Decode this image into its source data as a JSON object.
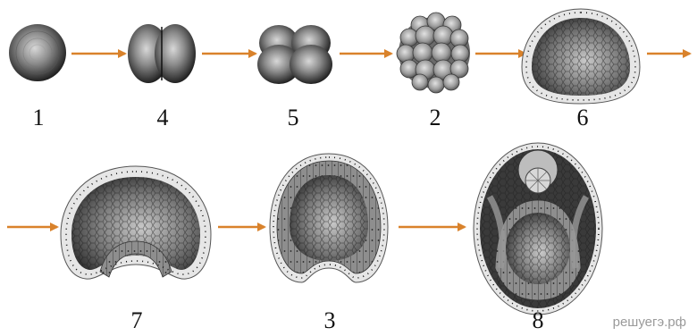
{
  "colors": {
    "arrow": "#d9822b",
    "dark": "#2c2c2c",
    "mid": "#777777",
    "light": "#cfcfcf",
    "envelope": "#e6e6e6"
  },
  "stages": [
    {
      "label": "1",
      "icon": "zygote-icon"
    },
    {
      "label": "4",
      "icon": "two-cell-embryo-icon"
    },
    {
      "label": "5",
      "icon": "four-cell-embryo-icon"
    },
    {
      "label": "2",
      "icon": "morula-icon"
    },
    {
      "label": "6",
      "icon": "blastula-icon"
    },
    {
      "label": "7",
      "icon": "early-gastrula-icon"
    },
    {
      "label": "3",
      "icon": "gastrula-icon"
    },
    {
      "label": "8",
      "icon": "neurula-icon"
    }
  ],
  "watermark": "решуегэ.рф"
}
